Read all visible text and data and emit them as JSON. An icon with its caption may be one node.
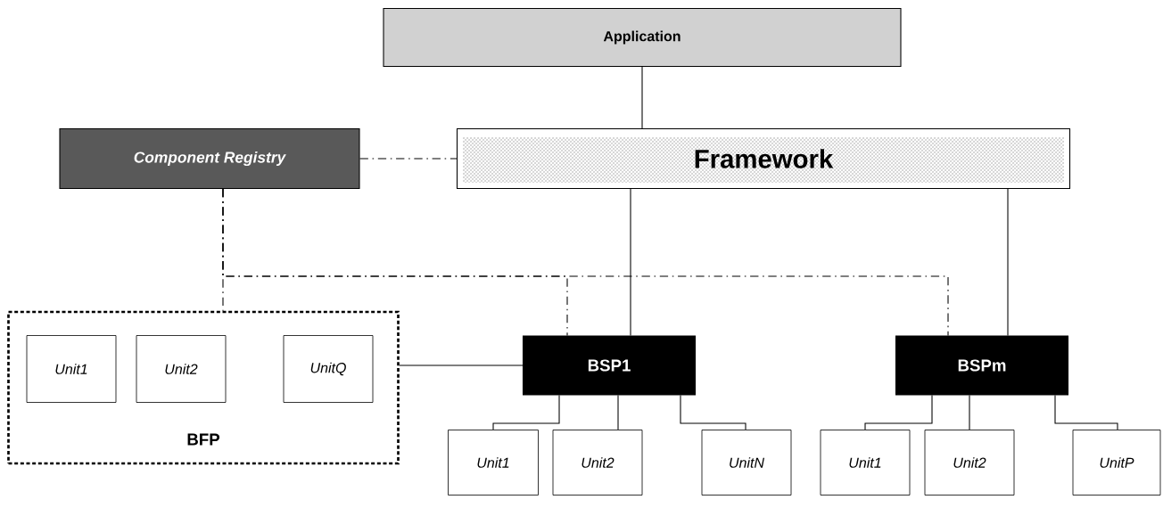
{
  "diagram": {
    "nodes": [
      {
        "text": [
          "Application"
        ]
      },
      {
        "text": [
          "Component Registry"
        ]
      },
      {
        "text": [
          "Framework"
        ]
      },
      {
        "text": [
          "BFP"
        ]
      },
      {
        "text": [
          "Unit1"
        ],
        "in": 3
      },
      {
        "text": [
          "Unit2"
        ],
        "in": 3
      },
      {
        "text": [
          "UnitQ"
        ],
        "in": 3
      },
      {
        "text": [
          "BSP1"
        ]
      },
      {
        "text": [
          "BSPm"
        ]
      },
      {
        "text": [
          "Unit1"
        ]
      },
      {
        "text": [
          "Unit2"
        ]
      },
      {
        "text": [
          "UnitN"
        ]
      },
      {
        "text": [
          "Unit1"
        ]
      },
      {
        "text": [
          "Unit2"
        ]
      },
      {
        "text": [
          "UnitP"
        ]
      }
    ],
    "edges": [
      {
        "from": 0,
        "to": 2,
        "arrow": "none"
      },
      {
        "from": 1,
        "to": 2,
        "arrow": "none",
        "style": "dashed"
      },
      {
        "from": 1,
        "to": 3,
        "arrow": "none",
        "style": "dashed"
      },
      {
        "from": 1,
        "to": 7,
        "arrow": "none",
        "style": "dashed"
      },
      {
        "from": 1,
        "to": 8,
        "arrow": "none",
        "style": "dashed"
      },
      {
        "from": 2,
        "to": 7,
        "arrow": "none"
      },
      {
        "from": 2,
        "to": 8,
        "arrow": "none"
      },
      {
        "from": 3,
        "to": 7,
        "arrow": "none"
      },
      {
        "from": 7,
        "to": 9,
        "arrow": "none"
      },
      {
        "from": 7,
        "to": 10,
        "arrow": "none"
      },
      {
        "from": 7,
        "to": 11,
        "arrow": "none"
      },
      {
        "from": 8,
        "to": 12,
        "arrow": "none"
      },
      {
        "from": 8,
        "to": 13,
        "arrow": "none"
      },
      {
        "from": 8,
        "to": 14,
        "arrow": "none"
      }
    ]
  }
}
